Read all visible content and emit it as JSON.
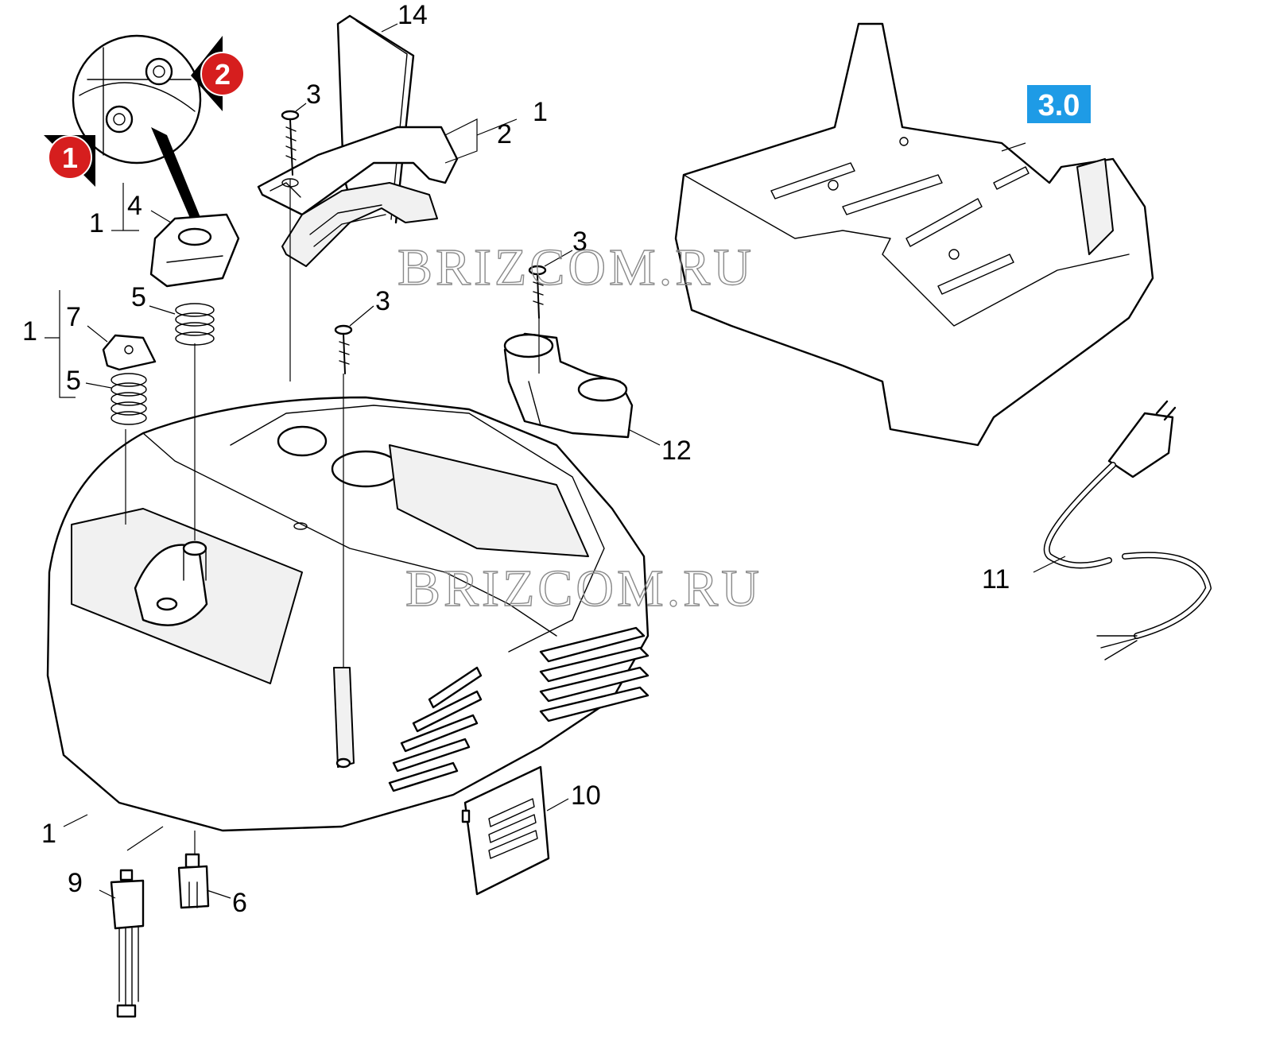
{
  "watermark": "BRIZCOM.RU",
  "assembly_tag": {
    "label": "3.0",
    "color": "#1e9be6"
  },
  "step_badges": [
    {
      "number": "1",
      "color": "#d61e1e"
    },
    {
      "number": "2",
      "color": "#d61e1e"
    }
  ],
  "callouts": {
    "c14": "14",
    "c3a": "3",
    "c1a": "1",
    "c2": "2",
    "c4": "4",
    "c1b": "1",
    "c5a": "5",
    "c1c": "1",
    "c7": "7",
    "c5b": "5",
    "c3b": "3",
    "c3c": "3",
    "c12": "12",
    "c11": "11",
    "c10": "10",
    "c1d": "1",
    "c9": "9",
    "c6": "6"
  }
}
